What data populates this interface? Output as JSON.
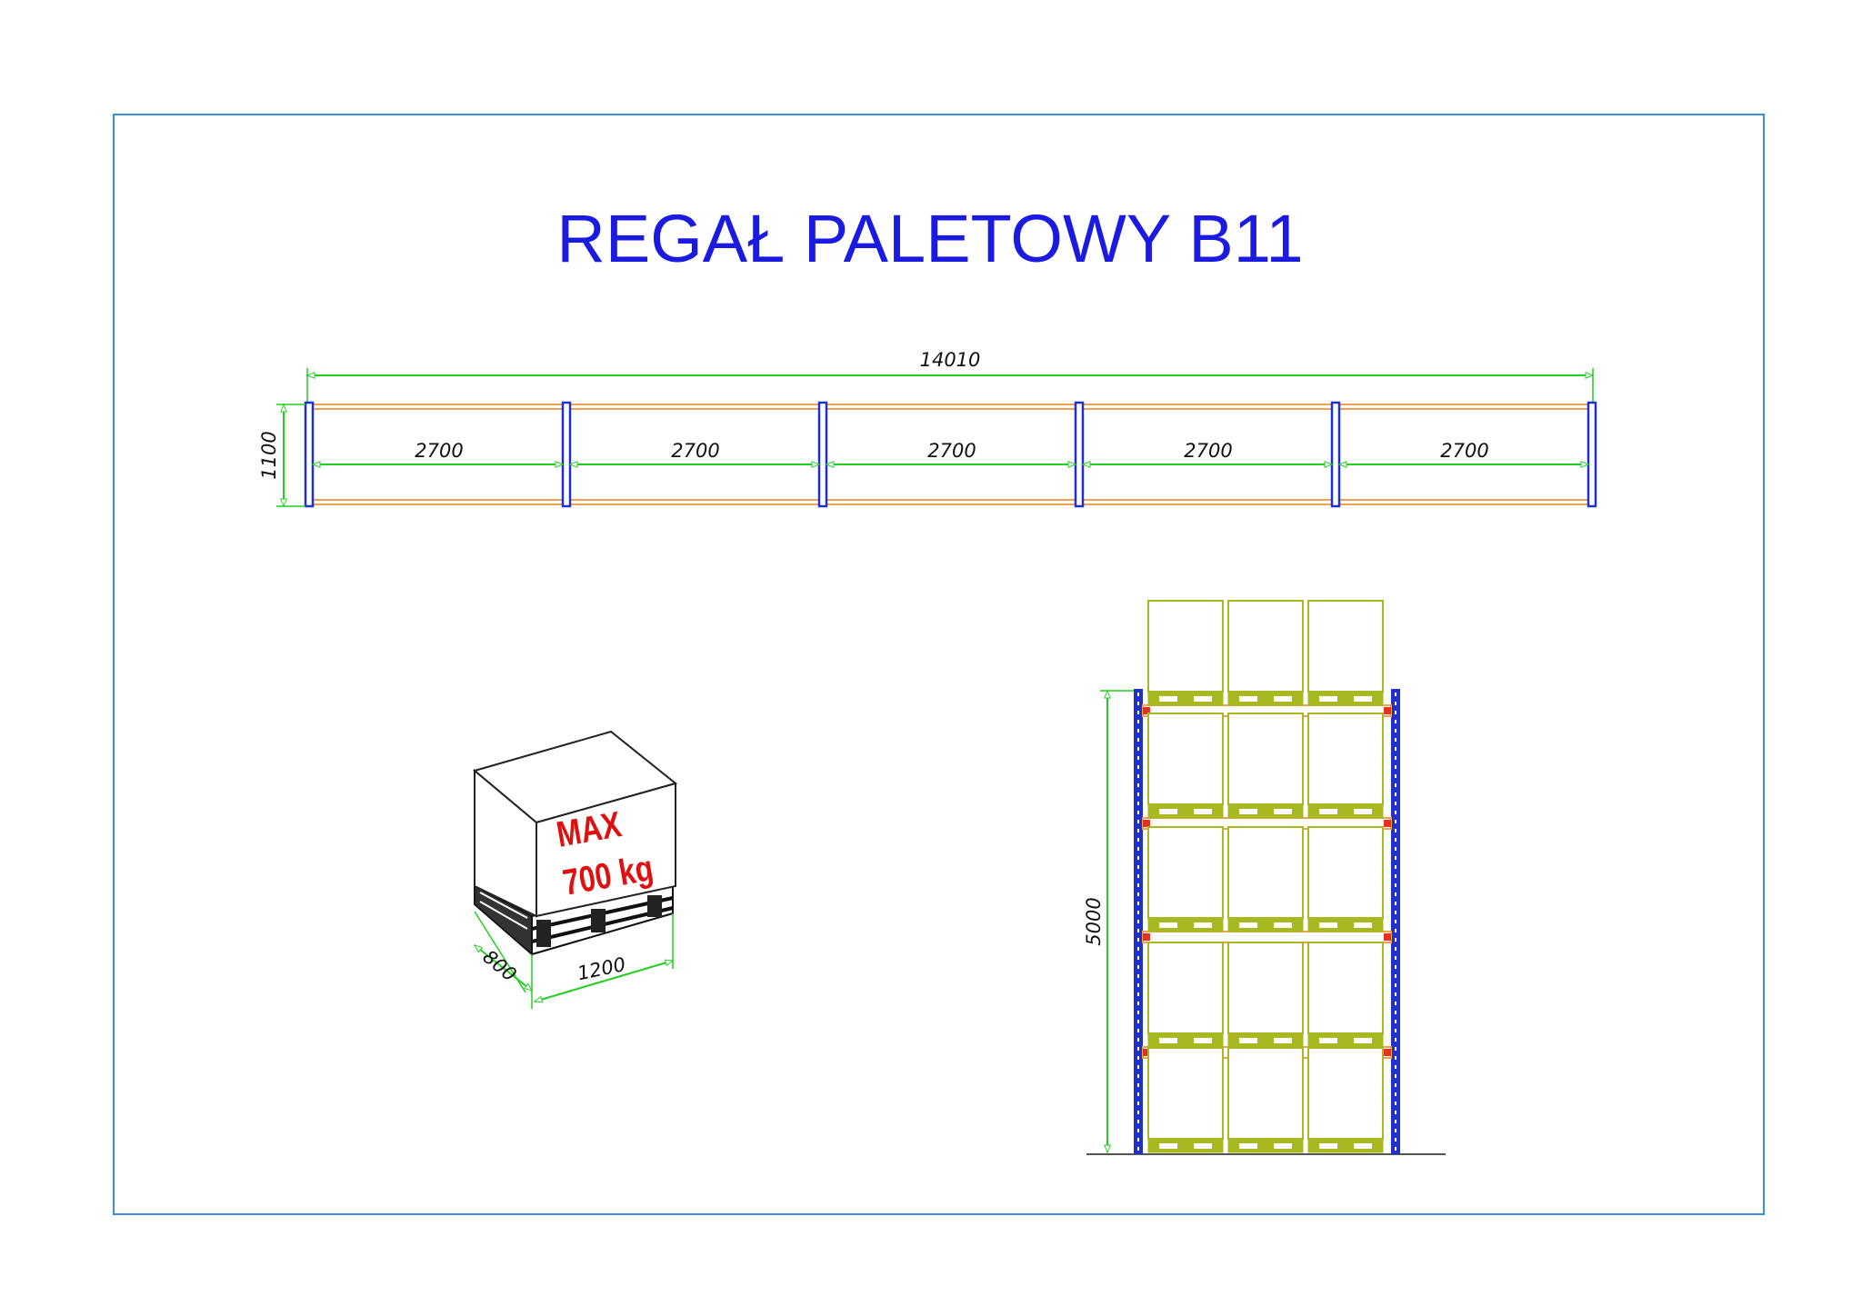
{
  "title": "REGAŁ PALETOWY B11",
  "plan_view": {
    "total_length": "14010",
    "depth": "1100",
    "bays": [
      "2700",
      "2700",
      "2700",
      "2700",
      "2700"
    ]
  },
  "pallet": {
    "load_line1": "MAX",
    "load_line2": "700 kg",
    "depth": "800",
    "width": "1200"
  },
  "front_view": {
    "height": "5000",
    "levels": 5,
    "pallets_per_level": 3
  },
  "colors": {
    "frame_border": "#3b8fd6",
    "title": "#1a1ae0",
    "dimension": "#20d020",
    "beam": "#f0a050",
    "beam_red": "#e83020",
    "upright": "#2030c8",
    "pallet_load": "#a8b820",
    "max_text": "#e01010"
  }
}
